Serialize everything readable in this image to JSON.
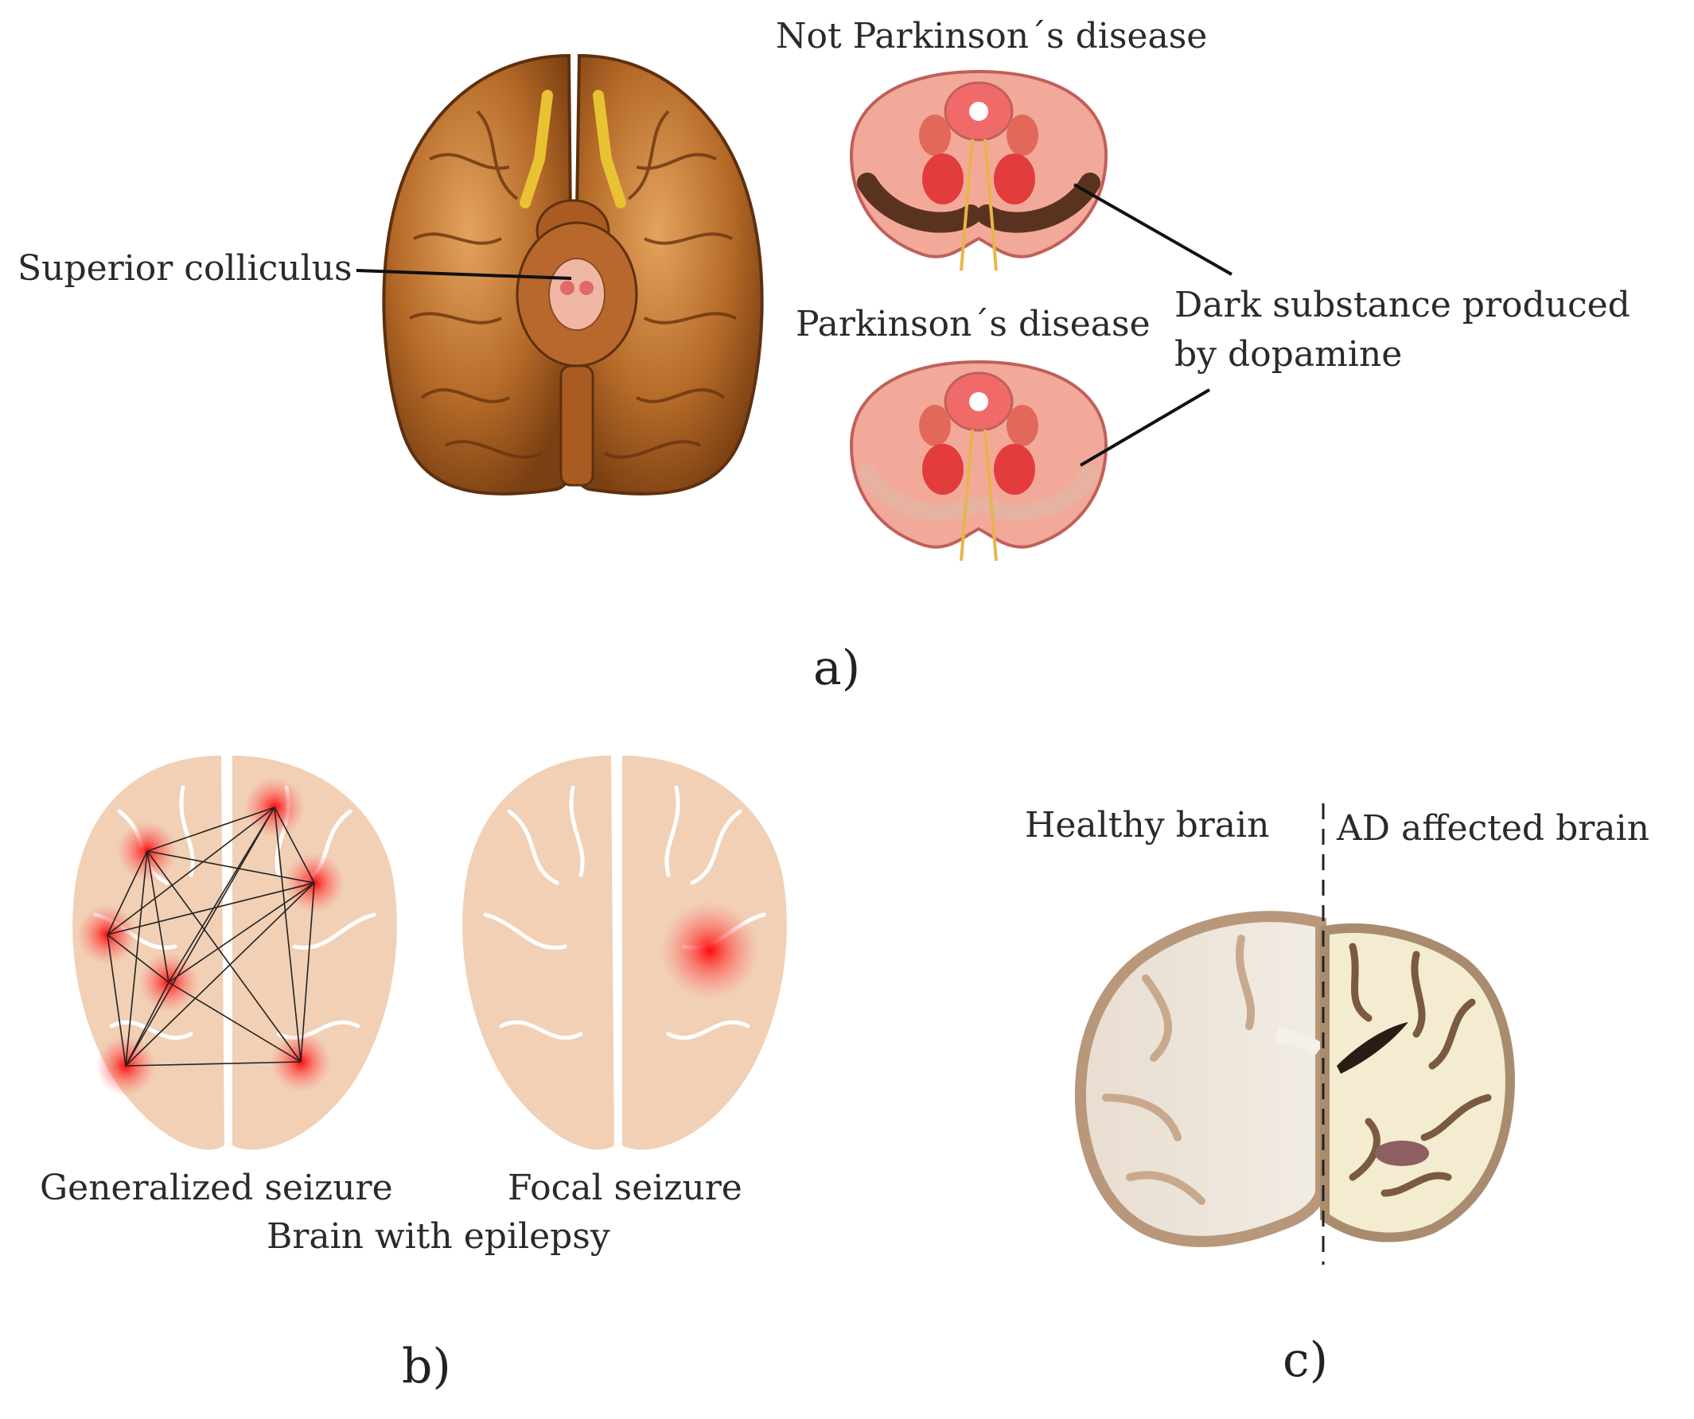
{
  "panel_a": {
    "label": "a)",
    "superior_colliculus": "Superior colliculus",
    "not_parkinsons": "Not Parkinson´s disease",
    "parkinsons": "Parkinson´s disease",
    "dark_substance_line1": "Dark substance produced",
    "dark_substance_line2": "by dopamine"
  },
  "panel_b": {
    "label": "b)",
    "generalized": "Generalized seizure",
    "focal": "Focal seizure",
    "caption": "Brain with epilepsy"
  },
  "panel_c": {
    "label": "c)",
    "healthy": "Healthy brain",
    "affected": "AD affected brain"
  },
  "colors": {
    "brain_brown": "#b5651d",
    "section_pink": "#f3a99a",
    "epilepsy_skin": "#f1d0b5",
    "seizure_red": "#ff1a1a"
  }
}
